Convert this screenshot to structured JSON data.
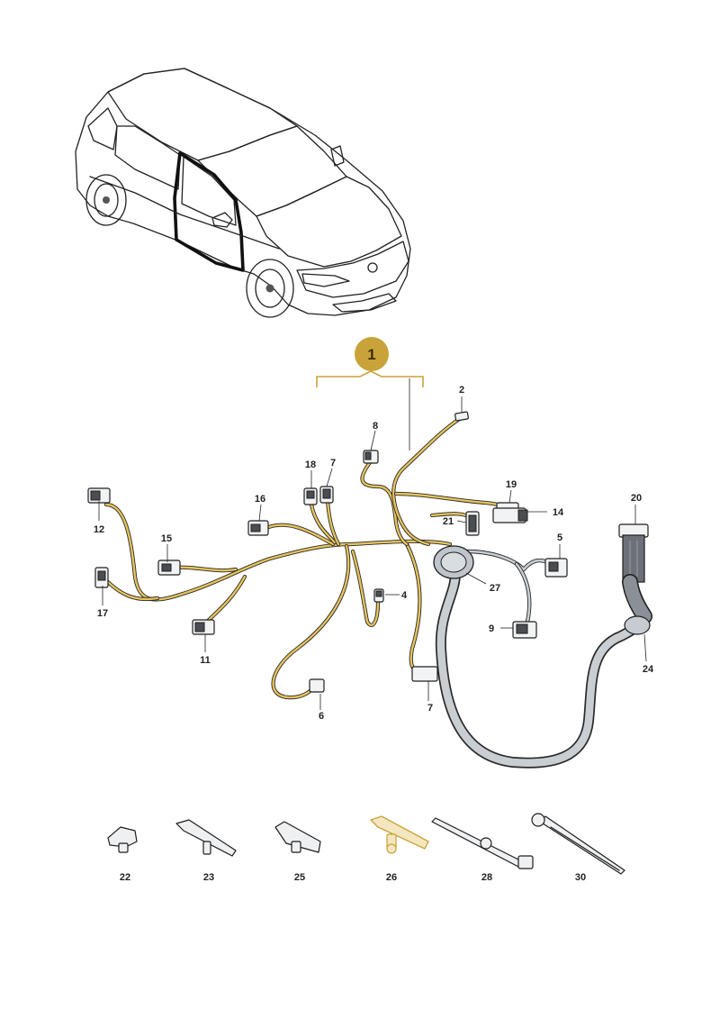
{
  "colors": {
    "accent_gold": "#c9a33a",
    "harness_yellow": "#e6c35c",
    "car_body": "#e8ecef",
    "line": "#222222"
  },
  "main_badge": {
    "label": "1"
  },
  "part_labels": {
    "p2": "2",
    "p4": "4",
    "p5": "5",
    "p6": "6",
    "p7a": "7",
    "p7b": "7",
    "p8": "8",
    "p9": "9",
    "p11": "11",
    "p12": "12",
    "p14": "14",
    "p15": "15",
    "p16": "16",
    "p17": "17",
    "p18": "18",
    "p19": "19",
    "p20": "20",
    "p21": "21",
    "p22": "22",
    "p23": "23",
    "p24": "24",
    "p25": "25",
    "p26": "26",
    "p27": "27",
    "p28": "28",
    "p30": "30"
  },
  "icons": {
    "car": "car-illustration-icon",
    "harness": "wiring-harness-icon",
    "clip": "retaining-clip-icon",
    "cable_tie": "cable-tie-icon",
    "grommet": "rubber-grommet-icon"
  }
}
